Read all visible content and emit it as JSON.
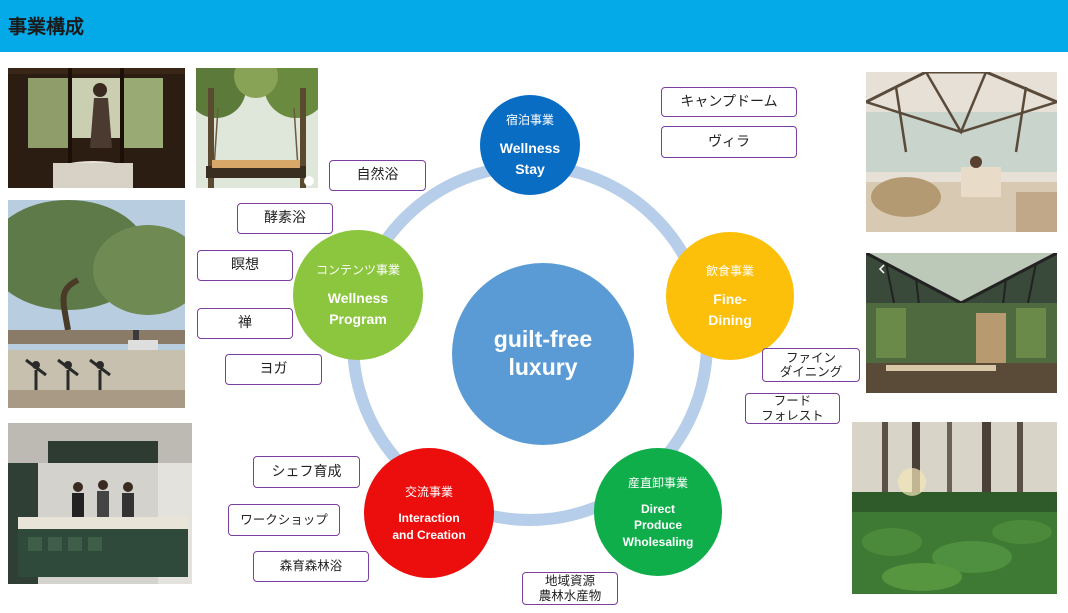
{
  "header": {
    "title": "事業構成"
  },
  "center": {
    "label": "guilt-free\nluxury"
  },
  "businesses": [
    {
      "ja": "宿泊事業",
      "en": "Wellness\nStay",
      "color": "#0a6dc4"
    },
    {
      "ja": "飲食事業",
      "en": "Fine-\nDining",
      "color": "#fcbf0a"
    },
    {
      "ja": "産直卸事業",
      "en": "Direct\nProduce\nWholesaling",
      "color": "#0fae4b"
    },
    {
      "ja": "交流事業",
      "en": "Interaction\nand Creation",
      "color": "#ec0d0d"
    },
    {
      "ja": "コンテンツ事業",
      "en": "Wellness\nProgram",
      "color": "#8cc63e"
    }
  ],
  "tags": {
    "camp_dome": "キャンプドーム",
    "villa": "ヴィラ",
    "natural_bath": "自然浴",
    "enzyme_bath": "酵素浴",
    "meditation": "瞑想",
    "zen": "禅",
    "yoga": "ヨガ",
    "fine_dining": "ファイン\nダイニング",
    "food_forest": "フード\nフォレスト",
    "chef_training": "シェフ育成",
    "workshop": "ワークショップ",
    "forest_bath": "森育森林浴",
    "local_resources": "地域資源\n農林水産物"
  },
  "photos": {
    "massage": "massage-photo",
    "swing": "forest-swing-photo",
    "yoga_olive": "olive-yoga-photo",
    "kitchen": "cooking-class-photo",
    "dome": "geodesic-dome-interior-photo",
    "greenhouse": "greenhouse-dining-photo",
    "forest": "forest-garlic-photo"
  }
}
